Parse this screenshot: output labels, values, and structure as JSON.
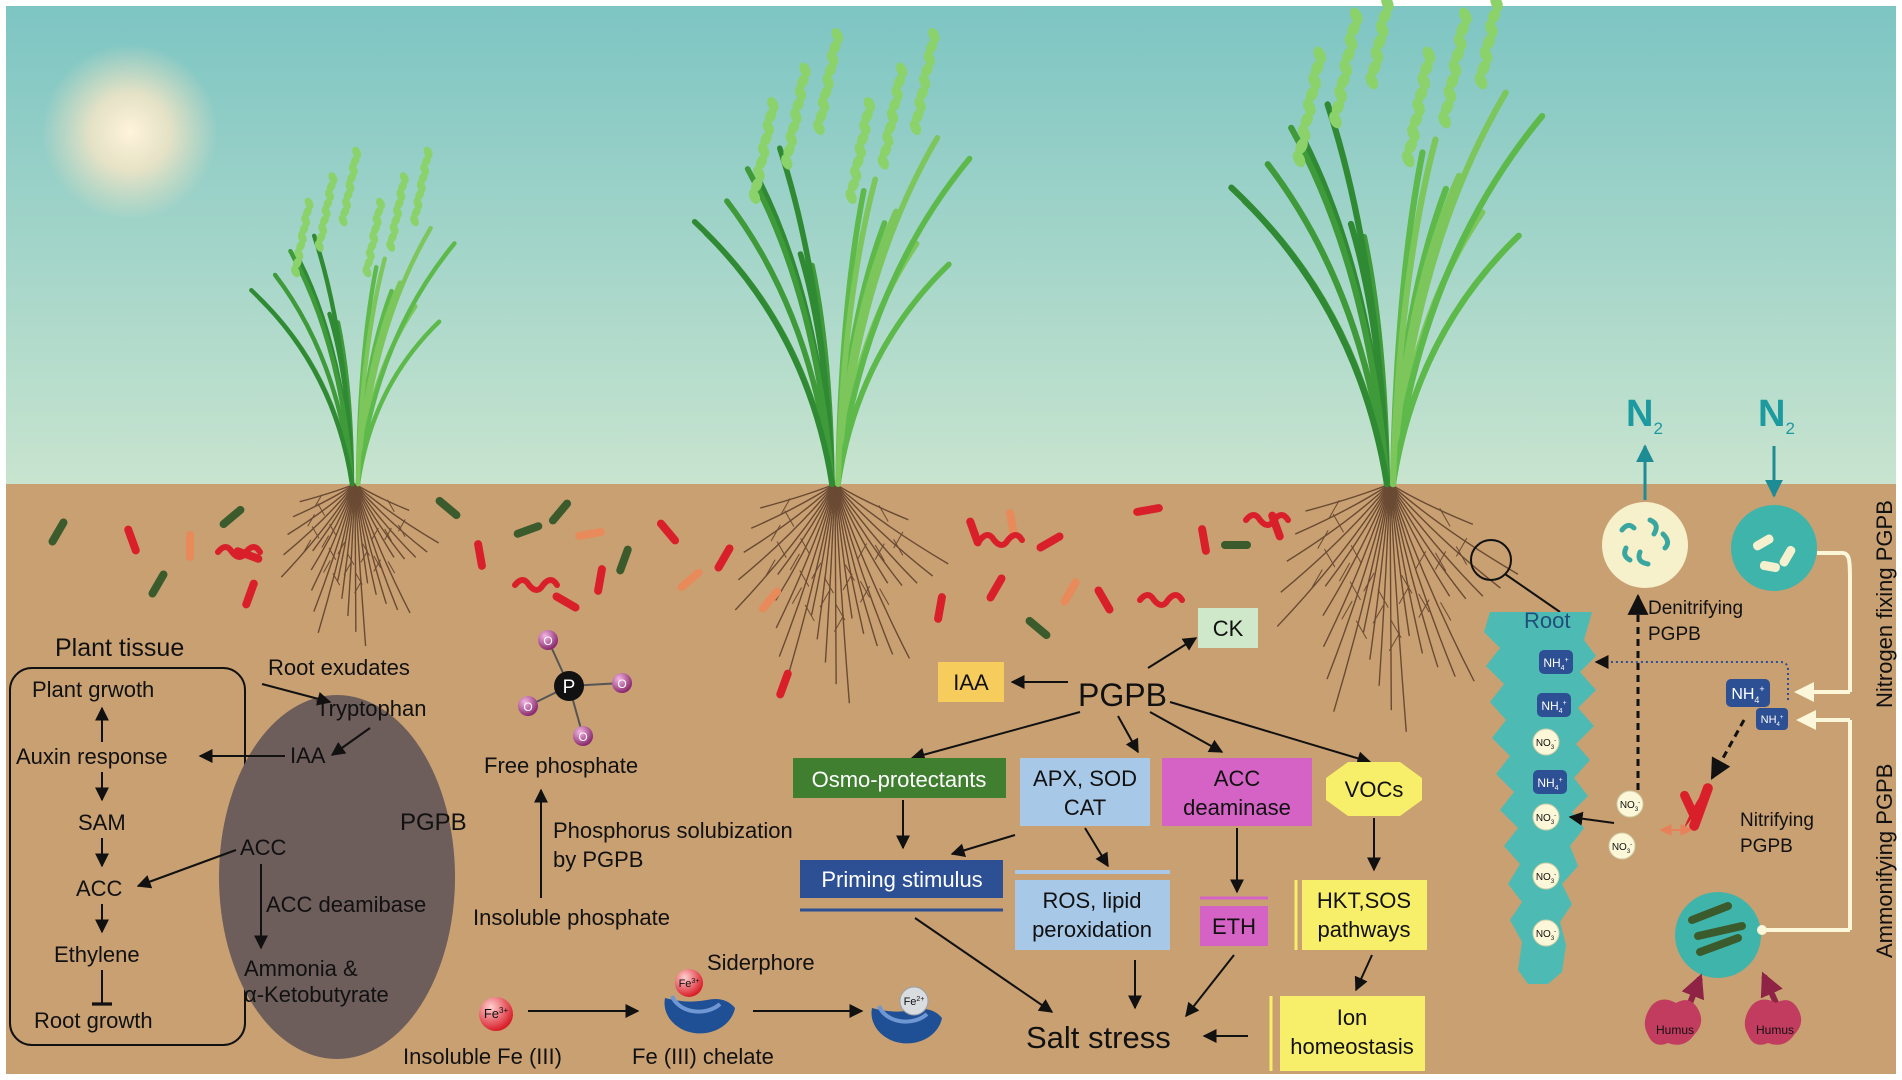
{
  "plant_tissue": {
    "title": "Plant tissue",
    "root_exudates": "Root exudates",
    "tryptophan": "Tryptophan",
    "iaa": "IAA",
    "pgpb": "PGPB",
    "acc": "ACC",
    "acc_deamibase": "ACC deamibase",
    "ammonia": "Ammonia &",
    "ketobutyrate": "α-Ketobutyrate",
    "plant_growth": "Plant grwoth",
    "auxin_response": "Auxin response",
    "sam": "SAM",
    "acc_left": "ACC",
    "ethylene": "Ethylene",
    "root_growth": "Root growth"
  },
  "phosphate": {
    "p": "P",
    "o": "O",
    "free": "Free phosphate",
    "solubilization_1": "Phosphorus solubization",
    "solubilization_2": "by PGPB",
    "insoluble": "Insoluble phosphate"
  },
  "iron": {
    "fe3": "Fe",
    "fe3_sup": "3+",
    "fe2": "Fe",
    "fe2_sup": "2+",
    "siderphore": "Siderphore",
    "insoluble": "Insoluble Fe (III)",
    "chelate": "Fe (III) chelate"
  },
  "center": {
    "pgpb": "PGPB",
    "iaa": "IAA",
    "ck": "CK",
    "osmo": "Osmo-protectants",
    "apx_1": "APX, SOD",
    "apx_2": "CAT",
    "acc_1": "ACC",
    "acc_2": "deaminase",
    "vocs": "VOCs",
    "priming": "Priming stimulus",
    "ros_1": "ROS, lipid",
    "ros_2": "peroxidation",
    "eth": "ETH",
    "hkt_1": "HKT,SOS",
    "hkt_2": "pathways",
    "ion_1": "Ion",
    "ion_2": "homeostasis",
    "salt": "Salt stress"
  },
  "nitrogen": {
    "root": "Root",
    "n2": "N",
    "n2_sub": "2",
    "nh4": "NH",
    "no3": "NO",
    "denit_1": "Denitrifying",
    "denit_2": "PGPB",
    "nitr_1": "Nitrifying",
    "nitr_2": "PGPB",
    "humus": "Humus",
    "fixing": "Nitrogen fixing PGPB",
    "ammonifying": "Ammonifying PGPB"
  },
  "colors": {
    "sky_top": "#7fc6c4",
    "sky_bottom": "#c6e3cd",
    "soil": "#c9a072",
    "teal": "#4dbbb3",
    "osmo": "#3f7f2f",
    "apx": "#a8c8e8",
    "acc_deaminase": "#d563c6",
    "vocs": "#f7ef6a",
    "priming": "#2d4f93",
    "pgpb_ellipse": "#6d5d5b",
    "ck": "#cfe8c9",
    "iaa": "#f6cd5c"
  }
}
